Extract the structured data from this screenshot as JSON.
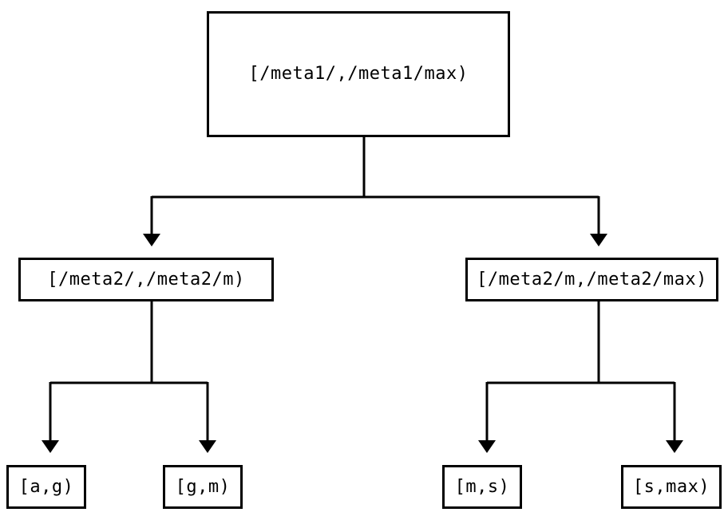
{
  "diagram": {
    "background_color": "#ffffff",
    "line_color": "#000000",
    "box_border_color": "#000000",
    "text_color": "#000000",
    "tree": {
      "root": {
        "label": "[/meta1/,/meta1/max)",
        "children": [
          {
            "label": "[/meta2/,/meta2/m)",
            "children": [
              {
                "label": "[a,g)"
              },
              {
                "label": "[g,m)"
              }
            ]
          },
          {
            "label": "[/meta2/m,/meta2/max)",
            "children": [
              {
                "label": "[m,s)"
              },
              {
                "label": "[s,max)"
              }
            ]
          }
        ]
      }
    }
  }
}
